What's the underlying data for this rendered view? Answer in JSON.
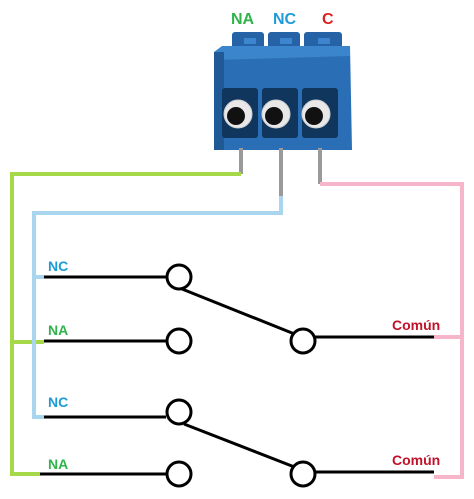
{
  "terminal_labels": {
    "na": "NA",
    "nc": "NC",
    "c": "C"
  },
  "switch_top": {
    "nc_label": "NC",
    "na_label": "NA",
    "common_label": "Común"
  },
  "switch_bottom": {
    "nc_label": "NC",
    "na_label": "NA",
    "common_label": "Común"
  },
  "colors": {
    "na_label": "#2fb34a",
    "nc_label": "#1f9ad6",
    "c_label": "#e02020",
    "common_label": "#c0122a",
    "na_wire": "#a6d94a",
    "nc_wire": "#a9d6ee",
    "c_wire": "#f6b5c8",
    "terminal_block": "#2a6fb5",
    "terminal_block_dark": "#1c4f86",
    "switch_wire": "#000000"
  },
  "icons": {
    "terminal": "screw-terminal-block-icon",
    "switch": "spdt-switch-icon"
  }
}
